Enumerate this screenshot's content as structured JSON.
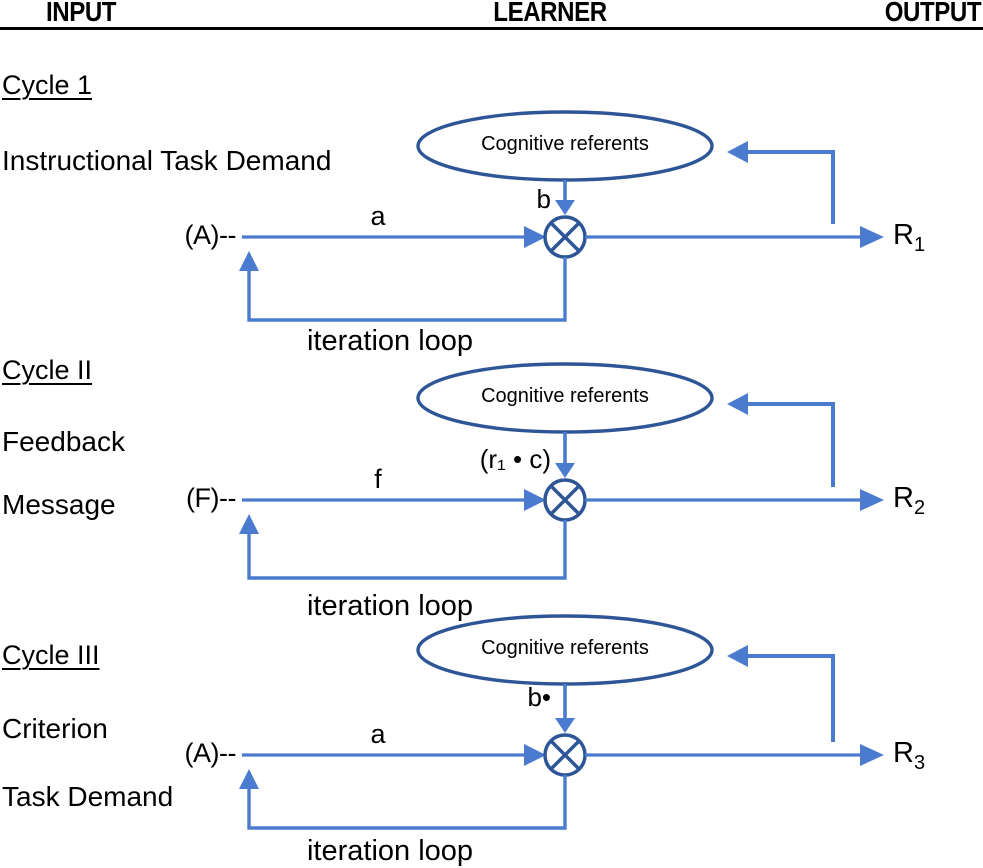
{
  "header": {
    "input": "INPUT",
    "learner": "LEARNER",
    "output": "OUTPUT"
  },
  "colors": {
    "connector": "#4b7bce",
    "shape": "#2e5697",
    "text": "#000000"
  },
  "cycles": [
    {
      "title": "Cycle 1",
      "input_lines": [
        "Instructional Task Demand"
      ],
      "source": "(A)--",
      "path_label": "a",
      "gate_label": "b",
      "ellipse_label": "Cognitive referents",
      "output_base": "R",
      "output_sub": "1",
      "loop_label": "iteration loop"
    },
    {
      "title": "Cycle II",
      "input_lines": [
        "Feedback",
        "Message"
      ],
      "source": "(F)--",
      "path_label": "f",
      "gate_label": "(r₁ • c)",
      "ellipse_label": "Cognitive referents",
      "output_base": "R",
      "output_sub": "2",
      "loop_label": "iteration loop"
    },
    {
      "title": "Cycle III",
      "input_lines": [
        "Criterion",
        "Task Demand"
      ],
      "source": "(A)--",
      "path_label": "a",
      "gate_label": "b•",
      "ellipse_label": "Cognitive referents",
      "output_base": "R",
      "output_sub": "3",
      "loop_label": "iteration loop"
    }
  ]
}
